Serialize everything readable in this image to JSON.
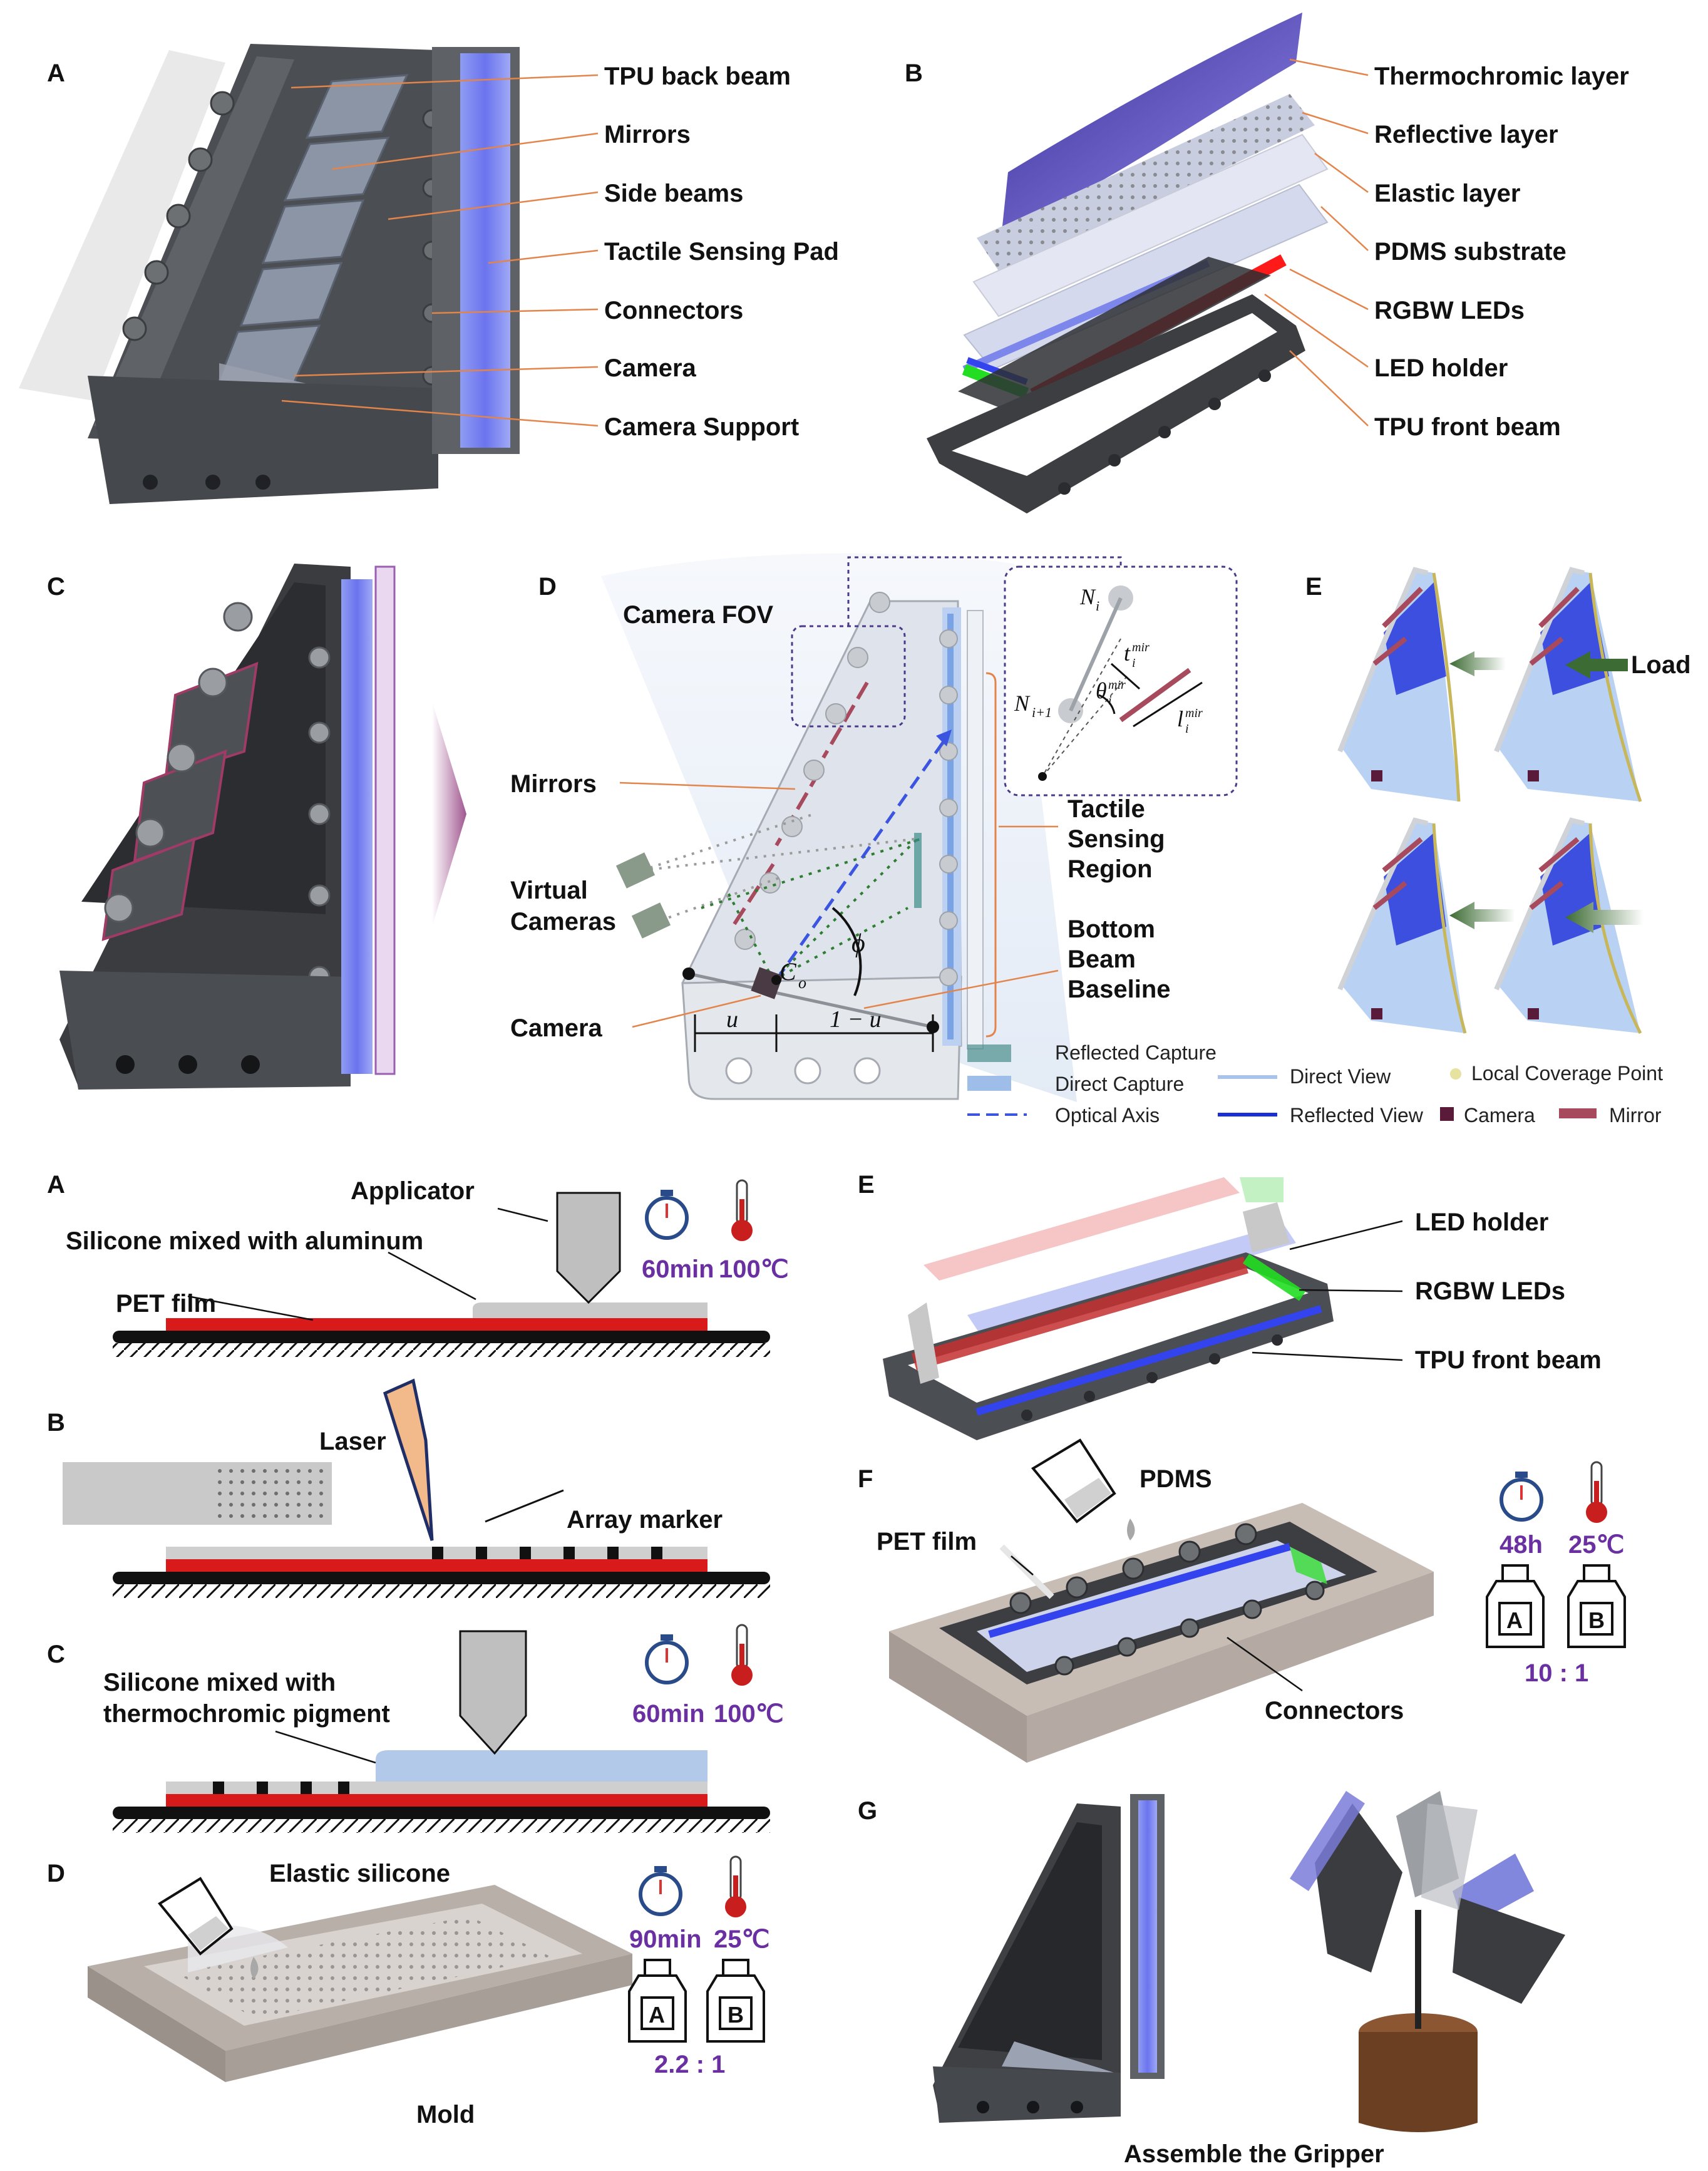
{
  "colors": {
    "thermo": "#5a4fc0",
    "led_red": "#ff1a1a",
    "led_green": "#22dd22",
    "led_blue": "#3355ff",
    "purple_text": "#6a2fa0",
    "gray_dark": "#3d3f42",
    "gray_light": "#bdbdbd",
    "blue_region": "#aec8ef",
    "mirror": "#a84a5d"
  },
  "panelA": {
    "letter": "A",
    "labels": [
      "TPU back beam",
      "Mirrors",
      "Side beams",
      "Tactile Sensing Pad",
      "Connectors",
      "Camera",
      "Camera Support"
    ]
  },
  "panelB": {
    "letter": "B",
    "labels": [
      "Thermochromic layer",
      "Reflective layer",
      "Elastic layer",
      "PDMS substrate",
      "RGBW LEDs",
      "LED holder",
      "TPU front beam"
    ]
  },
  "panelC": {
    "letter": "C"
  },
  "panelD": {
    "letter": "D",
    "fov": "Camera FOV",
    "mirrors": "Mirrors",
    "virtual1": "Virtual",
    "virtual2": "Cameras",
    "camera": "Camera",
    "tactile1": "Tactile",
    "tactile2": "Sensing",
    "tactile3": "Region",
    "bottom1": "Bottom",
    "bottom2": "Beam",
    "bottom3": "Baseline",
    "co": "C",
    "co_sub": "o",
    "phi": "ϕ",
    "u": "u",
    "one_minus_u": "1 − u",
    "ni": "N",
    "ni_sub": "i",
    "ni1": "N",
    "ni1_sub": "i+1",
    "ti": "t",
    "li": "l",
    "theta": "θ",
    "mir": "mir",
    "sub_i": "i",
    "legend": {
      "reflected_capture": "Reflected Capture",
      "direct_capture": "Direct Capture",
      "optical_axis": "Optical Axis",
      "direct_view": "Direct View",
      "reflected_view": "Reflected View",
      "local_coverage": "Local Coverage Point",
      "camera": "Camera",
      "mirror": "Mirror"
    }
  },
  "panelE": {
    "letter": "E",
    "load": "Load"
  },
  "fab": {
    "A": {
      "letter": "A",
      "applicator": "Applicator",
      "silicone": "Silicone mixed with aluminum",
      "pet": "PET film",
      "time": "60min",
      "temp": "100℃"
    },
    "B": {
      "letter": "B",
      "laser": "Laser",
      "array": "Array marker"
    },
    "C": {
      "letter": "C",
      "line1": "Silicone mixed with",
      "line2": "thermochromic pigment",
      "time": "60min",
      "temp": "100℃"
    },
    "D": {
      "letter": "D",
      "elastic": "Elastic silicone",
      "mold": "Mold",
      "time": "90min",
      "temp": "25℃",
      "a": "A",
      "b": "B",
      "ratio": "2.2 : 1"
    },
    "E": {
      "letter": "E",
      "led_holder": "LED holder",
      "rgbw": "RGBW LEDs",
      "tpu": "TPU front beam"
    },
    "F": {
      "letter": "F",
      "pdms": "PDMS",
      "pet": "PET film",
      "connectors": "Connectors",
      "time": "48h",
      "temp": "25℃",
      "a": "A",
      "b": "B",
      "ratio": "10 : 1"
    },
    "G": {
      "letter": "G",
      "caption": "Assemble the Gripper"
    }
  }
}
